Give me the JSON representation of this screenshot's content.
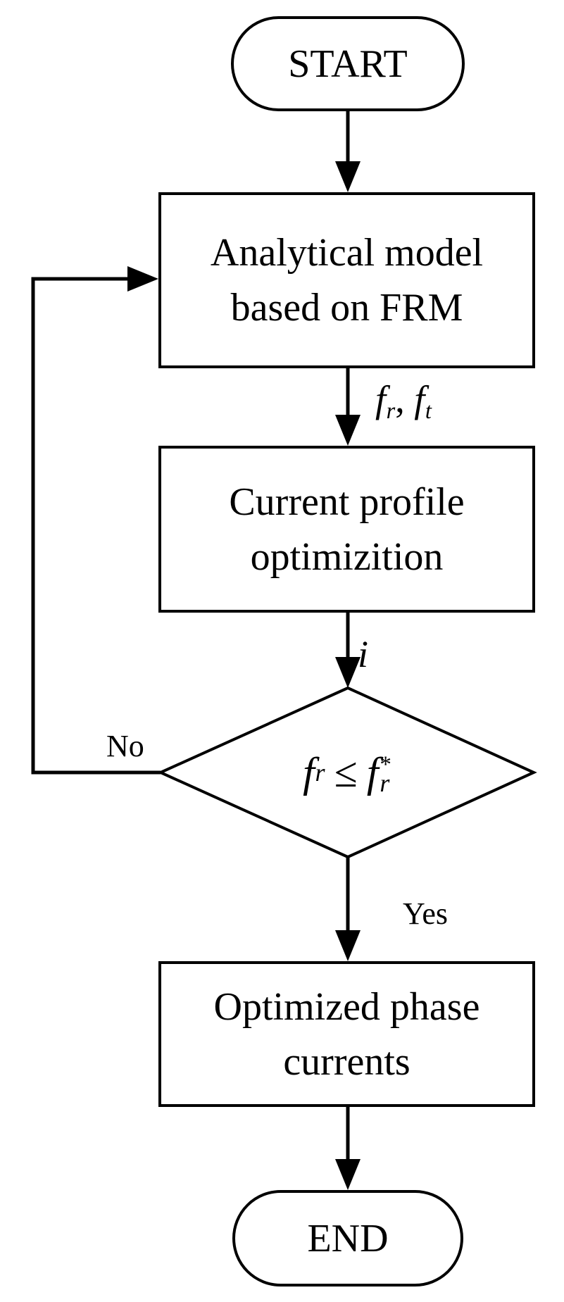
{
  "figure": {
    "background_color": "#ffffff",
    "line_color": "#000000",
    "text_color": "#000000"
  },
  "nodes": {
    "start": {
      "label": "START"
    },
    "model": {
      "line1": "Analytical model",
      "line2": "based on FRM"
    },
    "optimization": {
      "line1": "Current profile",
      "line2": "optimizition"
    },
    "decision": {
      "lhs_f": "f",
      "lhs_sub": "r",
      "op": "≤",
      "rhs_f": "f",
      "rhs_sup": "*",
      "rhs_sub": "r"
    },
    "result": {
      "line1": "Optimized phase",
      "line2": "currents"
    },
    "end": {
      "label": "END"
    }
  },
  "edge_labels": {
    "model_out": {
      "f1": "f",
      "sub1": "r",
      "sep": ", ",
      "f2": "f",
      "sub2": "t"
    },
    "optimization_out": "i",
    "no": "No",
    "yes": "Yes"
  }
}
